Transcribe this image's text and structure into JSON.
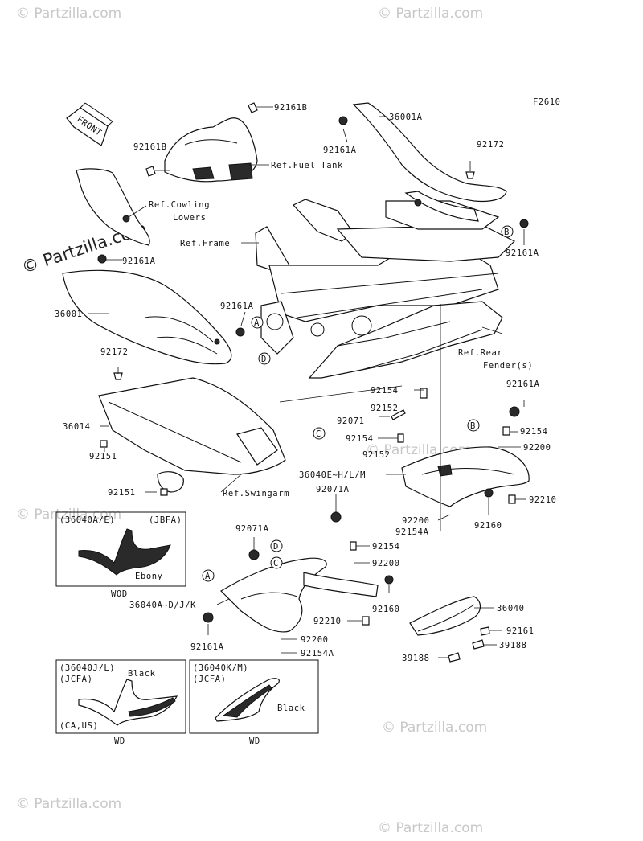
{
  "figure_code": "F2610",
  "front_label": "FRONT",
  "watermark": "© Partzilla.com",
  "callouts": {
    "p92161B_top": "92161B",
    "p92161B_left": "92161B",
    "ref_fuel_tank": "Ref.Fuel Tank",
    "p36001A": "36001A",
    "p92161A_1": "92161A",
    "p92172_top": "92172",
    "ref_cowling_1": "Ref.Cowling",
    "ref_cowling_2": "Lowers",
    "ref_frame": "Ref.Frame",
    "p92161A_2": "92161A",
    "p92161A_3": "92161A",
    "p36001": "36001",
    "p92161A_4": "92161A",
    "p92172_left": "92172",
    "ref_rear_1": "Ref.Rear",
    "ref_rear_2": "Fender(s)",
    "p92154_a": "92154",
    "p92161A_5": "92161A",
    "p36014": "36014",
    "p92152_a": "92152",
    "p92071": "92071",
    "p92154_b": "92154",
    "p92154_c": "92154",
    "p92151_a": "92151",
    "p92152_b": "92152",
    "p92200_a": "92200",
    "p36040EHLM": "36040E~H/L/M",
    "p92151_b": "92151",
    "ref_swingarm": "Ref.Swingarm",
    "p92071A_a": "92071A",
    "p92210_a": "92210",
    "p92200_b": "92200",
    "p92154A_a": "92154A",
    "p92160_a": "92160",
    "p92071A_b": "92071A",
    "p92154_d": "92154",
    "p92200_c": "92200",
    "p36040ADJK": "36040A~D/J/K",
    "p92160_b": "92160",
    "p36040": "36040",
    "p92210_b": "92210",
    "p92161": "92161",
    "p92200_d": "92200",
    "p39188_a": "39188",
    "p92161A_6": "92161A",
    "p92154A_b": "92154A",
    "p39188_b": "39188"
  },
  "refs": {
    "A": "A",
    "B": "B",
    "C": "C",
    "D": "D"
  },
  "inset_wod": {
    "title": "(36040A/E)",
    "code": "(JBFA)",
    "color": "Ebony",
    "caption": "WOD"
  },
  "inset_wd1": {
    "title": "(36040J/L)",
    "code": "(JCFA)",
    "color": "Black",
    "region": "(CA,US)",
    "caption": "WD"
  },
  "inset_wd2": {
    "title": "(36040K/M)",
    "code": "(JCFA)",
    "color": "Black",
    "caption": "WD"
  }
}
